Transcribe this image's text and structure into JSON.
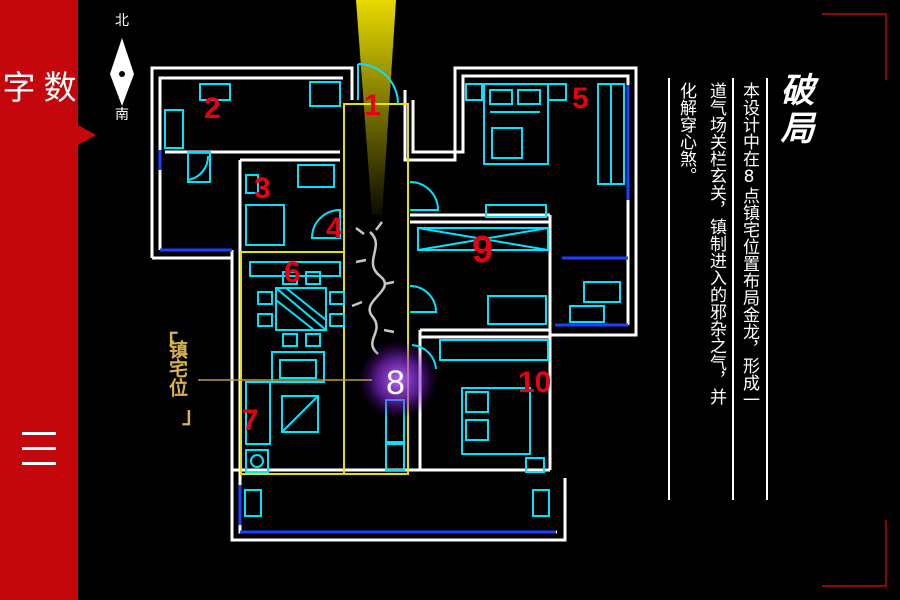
{
  "sidebar": {
    "title_chars": [
      "数",
      "字",
      "为",
      "国",
      "学",
      "布",
      "局",
      "位",
      "置"
    ],
    "number_glyph": "三"
  },
  "compass": {
    "north": "北",
    "south": "南"
  },
  "rooms": [
    "1",
    "2",
    "3",
    "4",
    "5",
    "6",
    "7",
    "8",
    "9",
    "10"
  ],
  "zhen_label": "镇宅位",
  "section_title": "破局",
  "description_columns": [
    "本设计中在8点镇宅位置布局金龙，形成一",
    "道气场关栏玄关，镇制进入的邪杂之气，并",
    "化解穿心煞。"
  ],
  "colors": {
    "sidebar": "#c4070d",
    "wall": "#ffffff",
    "furniture": "#00e5ff",
    "window": "#2040ff",
    "room_number": "#e60012",
    "highlight": "#e8e000",
    "label_gold": "#d9b34b",
    "glow": "#a040ff"
  }
}
